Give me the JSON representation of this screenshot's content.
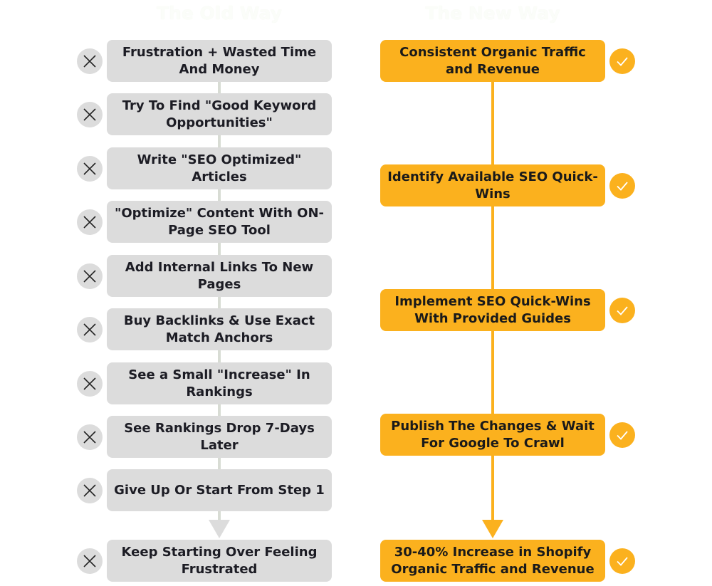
{
  "headings": {
    "old": "The Old Way",
    "new": "The New Way"
  },
  "colors": {
    "old_fill": "#dcdcdc",
    "new_fill": "#fbb11e",
    "text": "#1c1c24"
  },
  "old_way": {
    "icon": "x-icon",
    "steps": [
      "Frustration + Wasted Time And Money",
      "Try To Find \"Good Keyword Opportunities\"",
      "Write \"SEO Optimized\" Articles",
      "\"Optimize\" Content With ON-Page SEO Tool",
      "Add Internal Links To New Pages",
      "Buy Backlinks & Use Exact Match Anchors",
      "See a Small \"Increase\" In Rankings",
      "See Rankings Drop 7-Days Later",
      "Give Up Or Start From Step 1",
      "Keep Starting Over Feeling Frustrated"
    ]
  },
  "new_way": {
    "icon": "check-icon",
    "steps": [
      "Consistent Organic Traffic and Revenue",
      "Identify Available SEO Quick-Wins",
      "Implement SEO Quick-Wins With Provided Guides",
      "Publish The Changes & Wait For Google To Crawl",
      "30-40% Increase in Shopify Organic Traffic and Revenue"
    ]
  }
}
